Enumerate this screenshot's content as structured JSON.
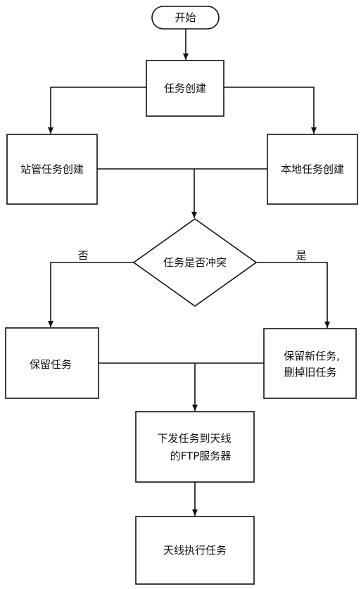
{
  "diagram": {
    "nodes": {
      "start": "开始",
      "create_task": "任务创建",
      "station_create": "站管任务创建",
      "local_create": "本地任务创建",
      "conflict_check": "任务是否冲突",
      "keep_task": "保留任务",
      "keep_new_line1": "保留新任务,",
      "keep_new_line2": "删掉旧任务",
      "dispatch_line1": "下发任务到天线",
      "dispatch_line2": "的FTP服务器",
      "execute": "天线执行任务"
    },
    "edges": {
      "no": "否",
      "yes": "是"
    }
  }
}
